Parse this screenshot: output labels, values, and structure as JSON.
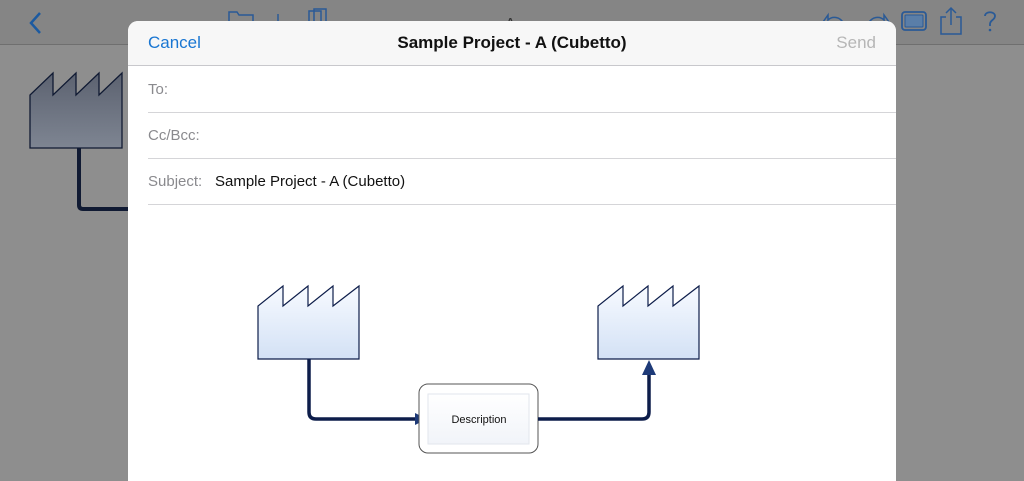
{
  "mail": {
    "cancel_label": "Cancel",
    "title": "Sample Project - A (Cubetto)",
    "send_label": "Send",
    "to_label": "To:",
    "ccbcc_label": "Cc/Bcc:",
    "subject_label": "Subject:",
    "subject_value": "Sample Project - A (Cubetto)"
  },
  "diagram": {
    "process_label": "Description"
  },
  "background": {
    "title_fragment": "A"
  },
  "colors": {
    "accent": "#1976d2",
    "send_disabled": "#b6b6b6",
    "factory_stroke": "#0d1d4a",
    "flow_line": "#0d1d4a"
  }
}
